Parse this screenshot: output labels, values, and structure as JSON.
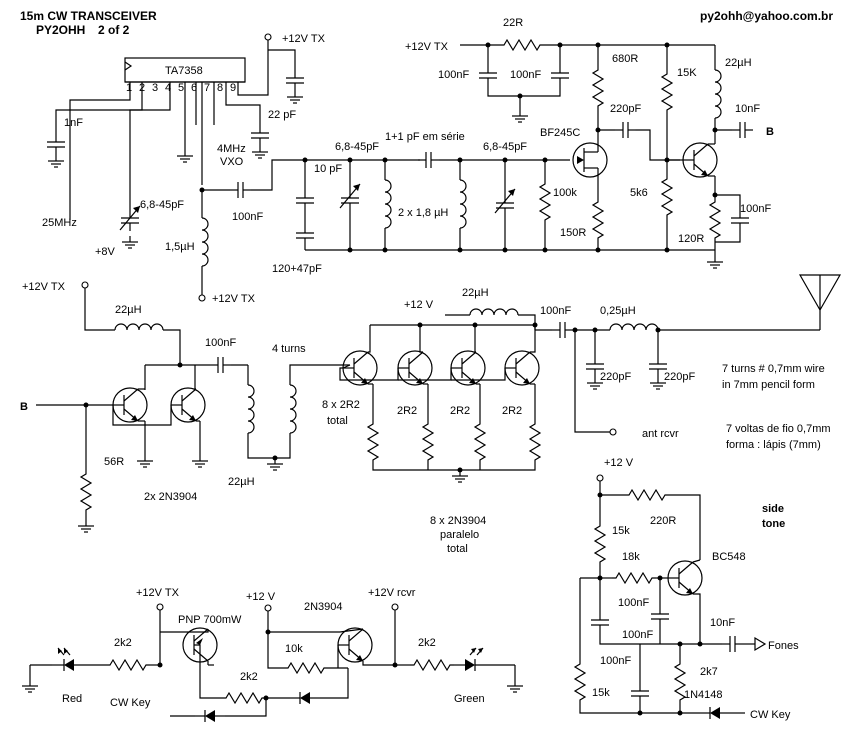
{
  "header": {
    "title": "15m CW TRANSCEIVER",
    "author": "PY2OHH",
    "page": "2 of 2",
    "email": "py2ohh@yahoo.com.br"
  },
  "labels": {
    "ic": "TA7358",
    "pins": [
      "1",
      "2",
      "3",
      "4",
      "5",
      "6",
      "7",
      "8",
      "9"
    ],
    "supply_12v_tx": "+12V TX",
    "supply_12v": "+12 V",
    "supply_12v_rcvr": "+12V rcvr",
    "supply_8v": "+8V",
    "r22": "22R",
    "c100n": "100nF",
    "c1n": "1nF",
    "c22p": "22 pF",
    "vxo": "4MHz\nVXO",
    "xtal": "25MHz",
    "trim": "6,8-45pF",
    "c10p": "10 pF",
    "series": "1+1 pF em série",
    "l2x": "2 x 1,8 µH",
    "l15": "1,5µH",
    "c120_47": "120+47pF",
    "r100k": "100k",
    "r150": "150R",
    "r680": "680R",
    "c220p": "220pF",
    "jfet": "BF245C",
    "r5k6": "5k6",
    "r15k": "15K",
    "l22u": "22µH",
    "c10n": "10nF",
    "r120": "120R",
    "b": "B",
    "r56": "56R",
    "npn2": "2x 2N3904",
    "turns": "4 turns",
    "r2x2": "8 x 2R2",
    "total": "total",
    "r2r2": "2R2",
    "npn8": "8 x 2N3904",
    "paralelo": "paralelo",
    "l025": "0,25µH",
    "ant": "ant rcvr",
    "note_en": "7 turns # 0,7mm wire\nin 7mm pencil form",
    "note_pt": "7 voltas de fio 0,7mm\nforma : lápis (7mm)",
    "side": "side\ntone",
    "r220": "220R",
    "r18k": "18k",
    "r15kb": "15k",
    "bc548": "BC548",
    "fones": "Fones",
    "r2k7": "2k7",
    "d1n4148": "1N4148",
    "cwkey": "CW Key",
    "pnp": "PNP 700mW",
    "npn1": "2N3904",
    "r2k2": "2k2",
    "r10k": "10k",
    "red": "Red",
    "green": "Green"
  }
}
